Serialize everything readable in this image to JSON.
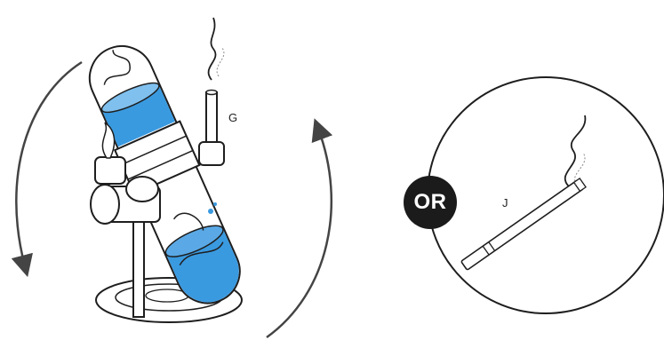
{
  "labels": {
    "device_part": "G",
    "alternative_part": "J",
    "or_badge": "OR"
  },
  "colors": {
    "water": "#3a9ae0",
    "line": "#1e1e1e",
    "arrow": "#444444",
    "badge_bg": "#1b1b1b",
    "badge_text": "#ffffff"
  },
  "icons": {
    "rotation_arrows": "rotate-arrows-icon",
    "smoke": "smoke-icon",
    "cigarette": "cigarette-icon"
  }
}
